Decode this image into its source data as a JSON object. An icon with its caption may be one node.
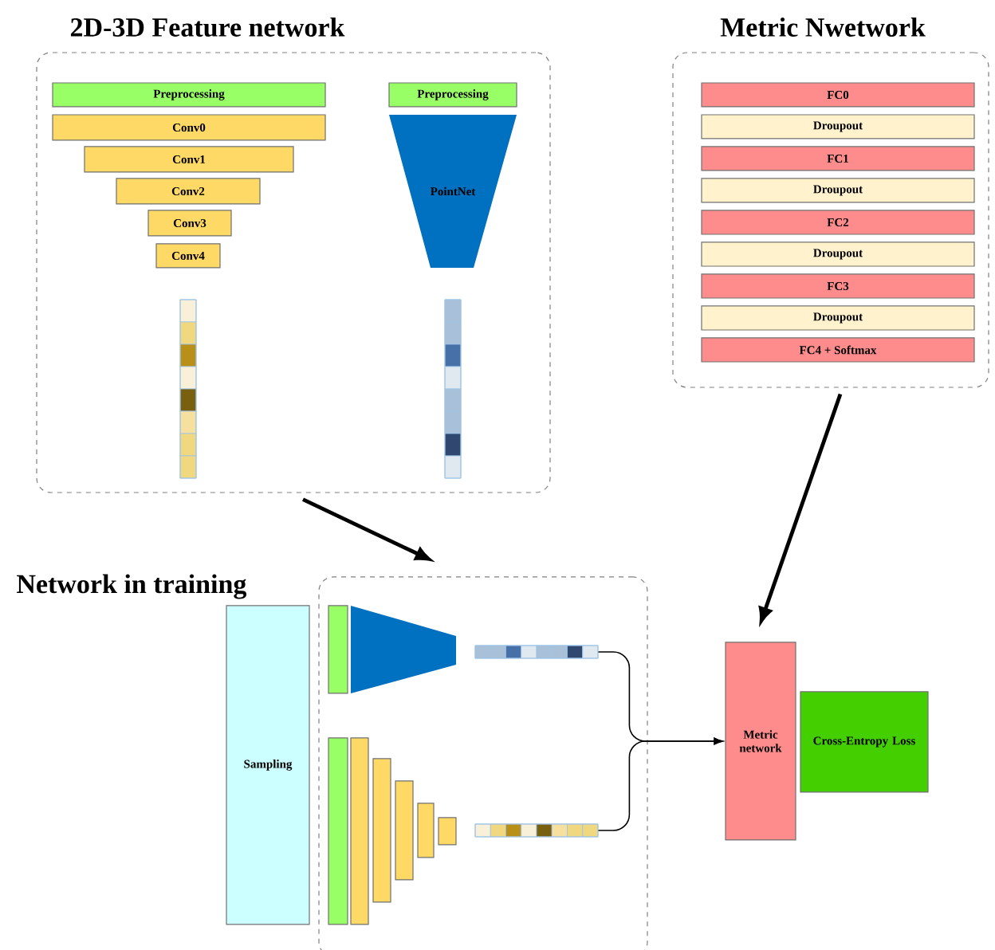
{
  "diagram": {
    "nodes": [
      {
        "text": [
          "2D-3D Feature network"
        ]
      },
      {
        "text": [
          "Preprocessing"
        ],
        "in": 0
      },
      {
        "text": [
          "Conv0"
        ],
        "in": 0
      },
      {
        "text": [
          "Conv1"
        ],
        "in": 0
      },
      {
        "text": [
          "Conv2"
        ],
        "in": 0
      },
      {
        "text": [
          "Conv3"
        ],
        "in": 0
      },
      {
        "text": [
          "Conv4"
        ],
        "in": 0
      },
      {
        "text": [
          "Preprocessing"
        ],
        "in": 0
      },
      {
        "text": [
          "PointNet"
        ],
        "in": 0
      },
      {
        "text": [],
        "shape": "bar",
        "in": 0
      },
      {
        "text": [],
        "shape": "bar",
        "in": 0
      },
      {
        "text": [
          "Metric Nwetwork"
        ]
      },
      {
        "text": [
          "FC0"
        ],
        "in": 11
      },
      {
        "text": [
          "Droupout"
        ],
        "in": 11
      },
      {
        "text": [
          "FC1"
        ],
        "in": 11
      },
      {
        "text": [
          "Droupout"
        ],
        "in": 11
      },
      {
        "text": [
          "FC2"
        ],
        "in": 11
      },
      {
        "text": [
          "Droupout"
        ],
        "in": 11
      },
      {
        "text": [
          "FC3"
        ],
        "in": 11
      },
      {
        "text": [
          "Droupout"
        ],
        "in": 11
      },
      {
        "text": [
          "FC4 + Softmax"
        ],
        "in": 11
      },
      {
        "text": [
          "Network in training"
        ]
      },
      {
        "text": [
          "Sampling"
        ]
      },
      {
        "text": [],
        "shape": "bar",
        "in": 21
      },
      {
        "text": [],
        "shape": "trapezoid",
        "in": 21
      },
      {
        "text": [],
        "shape": "bar",
        "in": 21
      },
      {
        "text": [],
        "shape": "bar",
        "in": 21
      },
      {
        "text": [],
        "shape": "bar",
        "in": 21
      },
      {
        "text": [],
        "shape": "bar",
        "in": 21
      },
      {
        "text": [],
        "shape": "bar",
        "in": 21
      },
      {
        "text": [],
        "shape": "bar",
        "in": 21
      },
      {
        "text": [],
        "shape": "bar",
        "in": 21
      },
      {
        "text": [],
        "shape": "bar",
        "in": 21
      },
      {
        "text": [
          "Metric network"
        ]
      },
      {
        "text": [
          "Cross-Entropy Loss"
        ]
      }
    ],
    "edges": [
      {
        "from": 0,
        "to": 21,
        "arrow": "to",
        "style": "thick"
      },
      {
        "from": 11,
        "to": 33,
        "arrow": "to",
        "style": "thick"
      },
      {
        "from": 25,
        "to": 33,
        "arrow": "to"
      },
      {
        "from": 32,
        "to": 33,
        "arrow": "to"
      }
    ]
  }
}
